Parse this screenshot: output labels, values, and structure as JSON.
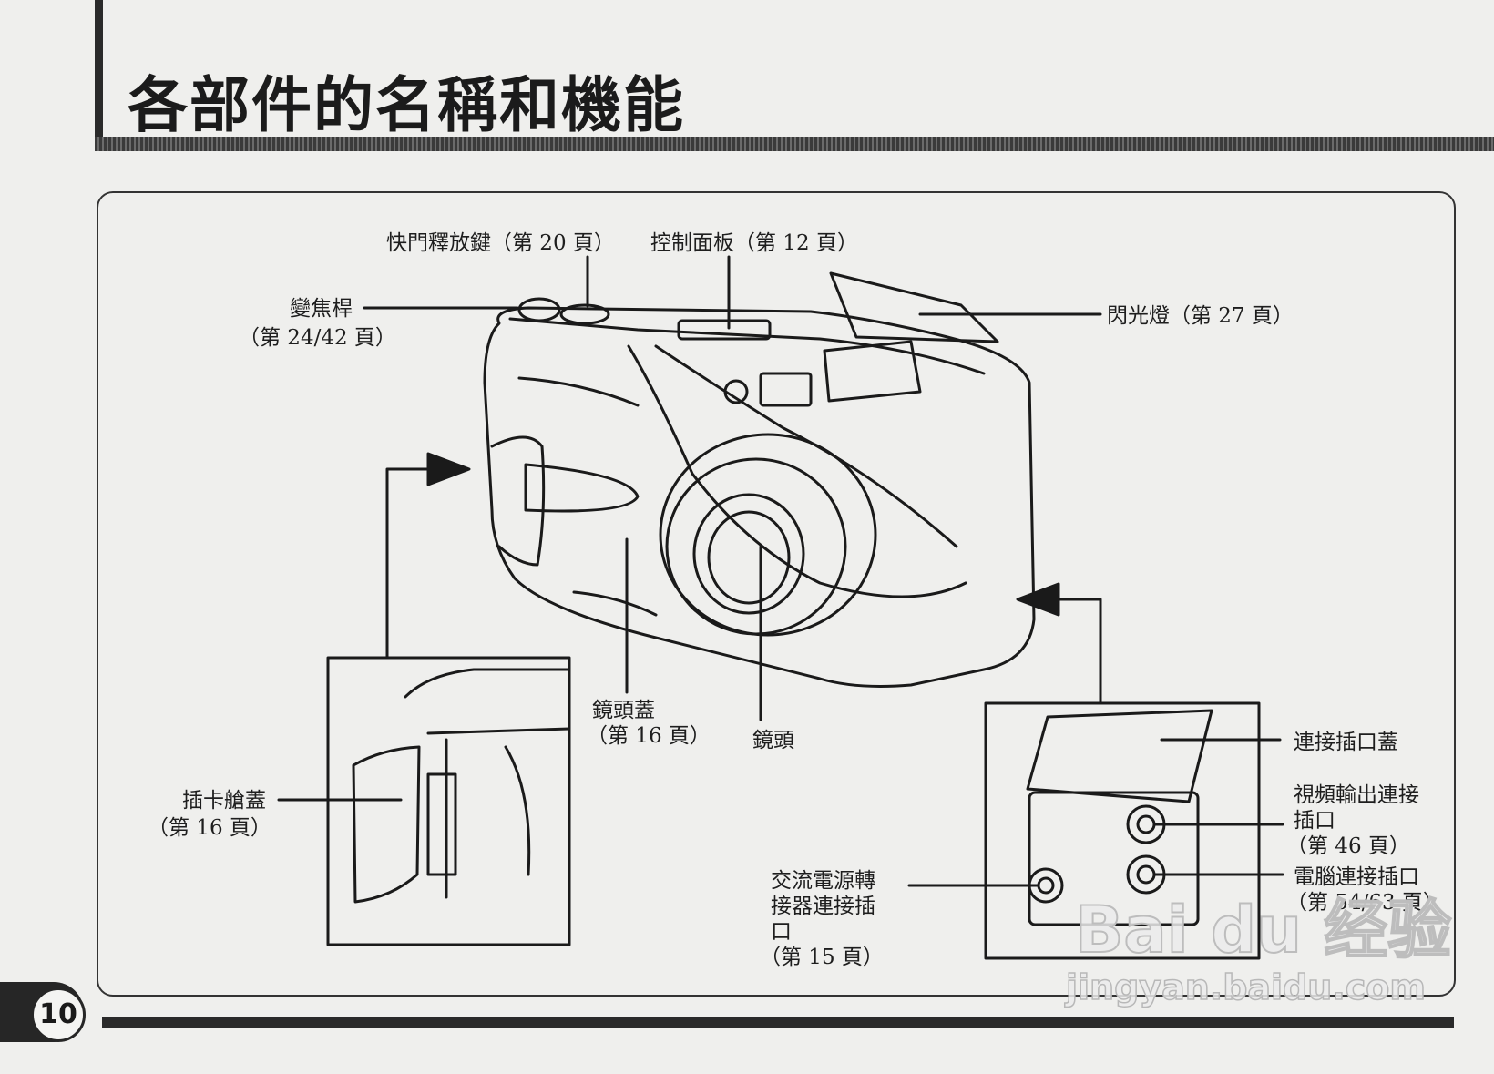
{
  "page_title": "各部件的名稱和機能",
  "page_number": "10",
  "labels": {
    "shutter": "快門釋放鍵（第 20 頁）",
    "control_panel": "控制面板（第 12 頁）",
    "zoom_lever": "變焦桿",
    "zoom_lever_page": "（第 24/42 頁）",
    "flash": "閃光燈（第 27 頁）",
    "card_cover": "插卡艙蓋",
    "card_cover_page": "（第 16 頁）",
    "lens_cover": "鏡頭蓋",
    "lens_cover_page": "（第 16 頁）",
    "lens": "鏡頭",
    "connector_cover": "連接插口蓋",
    "video_out_1": "視頻輸出連接",
    "video_out_2": "插口",
    "video_out_page": "（第 46 頁）",
    "pc_port": "電腦連接插口",
    "pc_port_page": "（第 54/63 頁）",
    "ac_1": "交流電源轉",
    "ac_2": "接器連接插",
    "ac_3": "口",
    "ac_page": "（第 15 頁）"
  },
  "watermark": {
    "logo": "Bai du 经验",
    "url": "jingyan.baidu.com"
  }
}
